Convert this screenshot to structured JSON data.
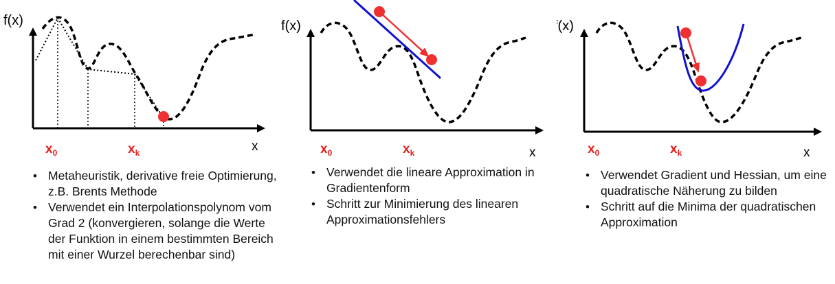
{
  "panels": [
    {
      "ylabel": "f(x)",
      "xlabel": "x",
      "x0_label": "x",
      "x0_sub": "0",
      "xk_label": "x",
      "xk_sub": "k",
      "bullets": [
        "Metaheuristik, derivative freie Optimierung, z.B. Brents Methode",
        "Verwendet ein Interpolationspolynom vom Grad 2 (konvergieren, solange die Werte der Funktion in einem bestimmten Bereich mit einer Wurzel berechenbar sind)"
      ]
    },
    {
      "ylabel": "f(x)",
      "xlabel": "x",
      "x0_label": "x",
      "x0_sub": "0",
      "xk_label": "x",
      "xk_sub": "k",
      "bullets": [
        "Verwendet die lineare Approximation in Gradientenform",
        "Schritt zur Minimierung des linearen Approximationsfehlers"
      ]
    },
    {
      "ylabel": "f(x)",
      "xlabel": "x",
      "x0_label": "x",
      "x0_sub": "0",
      "xk_label": "x",
      "xk_sub": "k",
      "bullets": [
        "Verwendet Gradient und Hessian, um eine quadratische Näherung zu bilden",
        "Schritt auf die Minima der quadratischen Approximation"
      ]
    }
  ],
  "colors": {
    "point": "#f03030",
    "approximation": "#1010d0",
    "axis": "#000000",
    "curve": "#000000",
    "x_labels": "#e8201c"
  }
}
